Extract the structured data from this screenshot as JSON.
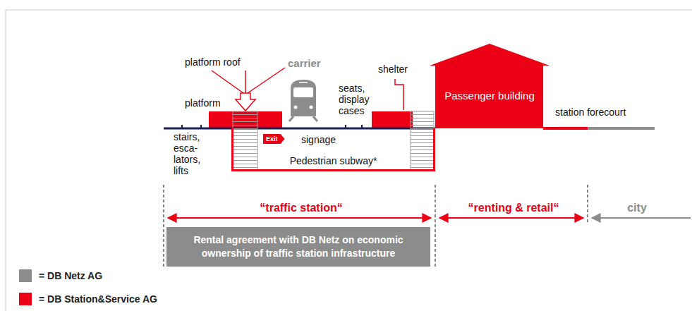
{
  "diagram": {
    "nodes": [
      {
        "text": [
          "Passenger building"
        ]
      },
      {
        "text": [
          "Pedestrian subway*"
        ]
      },
      {
        "text": [
          "Exit"
        ],
        "in": 1
      },
      {
        "text": [
          "Rental agreement with DB Netz on economic ownership of traffic station infrastructure"
        ]
      }
    ],
    "labels": [
      "platform roof",
      "carrier",
      "shelter",
      "platform",
      "seats, display cases",
      "station forecourt",
      "stairs, esca- lators, lifts",
      "signage",
      "“traffic station“",
      "“renting & retail“",
      "city"
    ],
    "legend": [
      {
        "text": "= DB Netz AG",
        "color": "#8c8c8c"
      },
      {
        "text": "= DB Station&Service AG",
        "color": "#ec0016"
      }
    ]
  }
}
